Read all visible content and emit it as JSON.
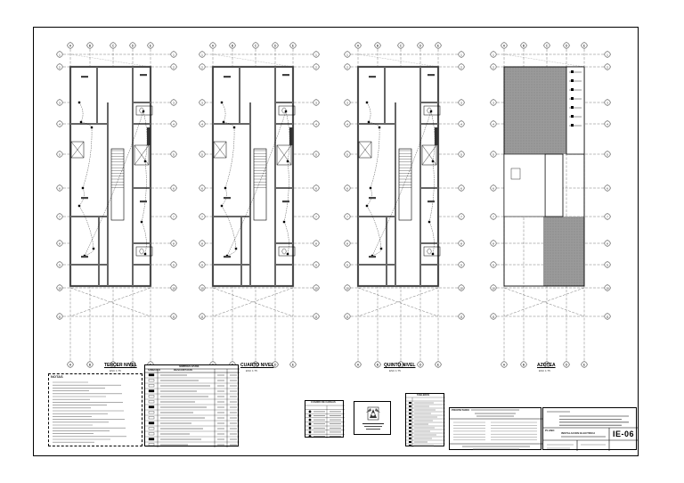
{
  "sheet": {
    "code": "IE-06",
    "plans": [
      {
        "title": "TERCER NIVEL",
        "scale": "ESC 1:75"
      },
      {
        "title": "CUARTO NIVEL",
        "scale": "ESC 1:75"
      },
      {
        "title": "QUINTO NIVEL",
        "scale": "ESC 1:75"
      },
      {
        "title": "AZOTEA",
        "scale": "ESC 1:75"
      }
    ],
    "grid_letters": [
      "A",
      "B",
      "C",
      "D",
      "E"
    ],
    "grid_numbers": [
      "1",
      "2",
      "3",
      "4",
      "5",
      "6",
      "7",
      "8",
      "9",
      "10",
      "11"
    ],
    "notes_title": "NOTAS",
    "legend_title": "SIMBOLOGIA",
    "legend_header": [
      "SIMBOLO",
      "DESCRIPCION"
    ],
    "small_table_title": "CUADRO DE CARGAS",
    "circuit_table_title": "TABLEROS",
    "project_label": "PROPIETARIO",
    "plan_label": "PLANO",
    "plan_name": "INSTALACION ELECTRICA",
    "colors": {
      "ink": "#000000",
      "fill": "#8a8a8a",
      "grid": "#555555"
    }
  }
}
